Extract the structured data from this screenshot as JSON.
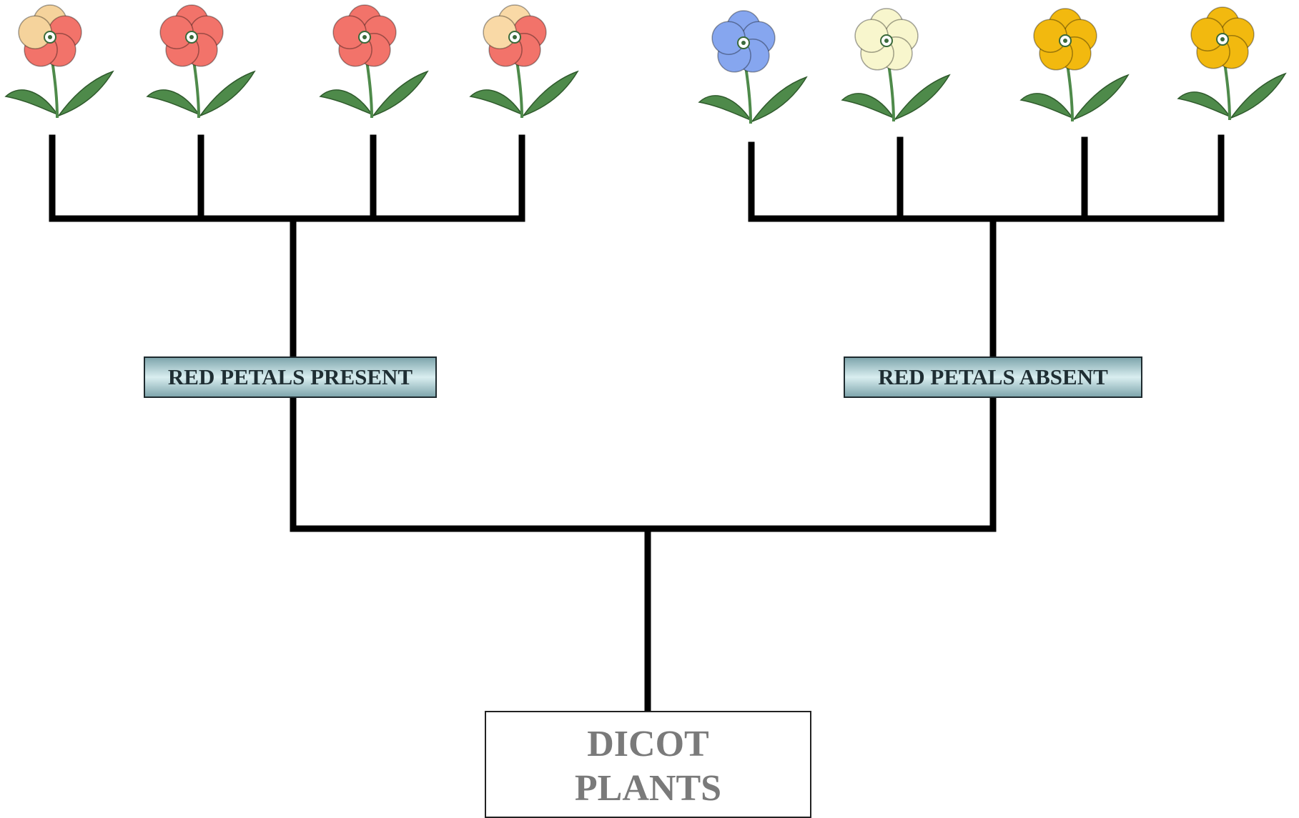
{
  "diagram": {
    "root": {
      "line1": "DICOT",
      "line2": "PLANTS"
    },
    "branches": [
      {
        "label": "RED PETALS PRESENT",
        "flowers": [
          {
            "petal_color": "#f2736a",
            "accent_color": "#f5d39c"
          },
          {
            "petal_color": "#f2736a",
            "accent_color": "#f2736a"
          },
          {
            "petal_color": "#f2736a",
            "accent_color": "#f2736a"
          },
          {
            "petal_color": "#f2736a",
            "accent_color": "#f9d9a6"
          }
        ]
      },
      {
        "label": "RED PETALS ABSENT",
        "flowers": [
          {
            "petal_color": "#86a6ef",
            "accent_color": "#86a6ef"
          },
          {
            "petal_color": "#f8f6cd",
            "accent_color": "#f8f6cd"
          },
          {
            "petal_color": "#f2b90f",
            "accent_color": "#f2b90f"
          },
          {
            "petal_color": "#f2b90f",
            "accent_color": "#f2b90f"
          }
        ]
      }
    ],
    "colors": {
      "line": "#000000",
      "label_text": "#1f2e33",
      "root_text": "#7a7a7a",
      "leaf": "#4e8a4a",
      "stem": "#4e8a4a"
    }
  }
}
